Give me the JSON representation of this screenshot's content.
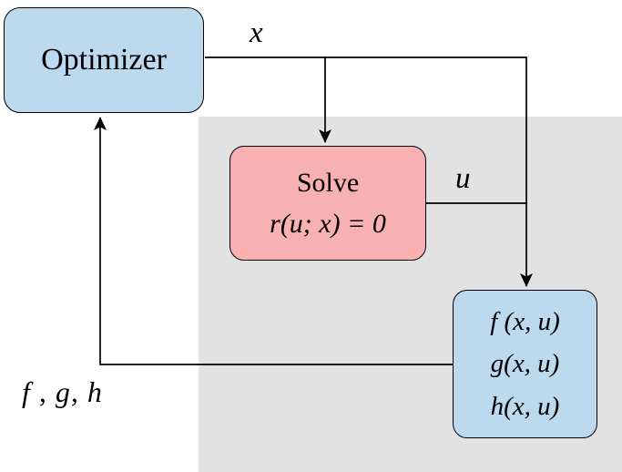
{
  "diagram": {
    "optimizer": {
      "label": "Optimizer"
    },
    "solver": {
      "title": "Solve",
      "equation": "r(u; x) = 0"
    },
    "functions": {
      "lines": [
        "f (x, u)",
        "g(x, u)",
        "h(x, u)"
      ]
    },
    "edges": {
      "x_label": "x",
      "u_label": "u",
      "return_label": "f , g, h"
    },
    "colors": {
      "box_blue": "#bcd9ee",
      "box_red": "#f8b1b1",
      "group_gray": "#e2e2e2",
      "stroke": "#000000",
      "background": "#ffffff"
    }
  }
}
